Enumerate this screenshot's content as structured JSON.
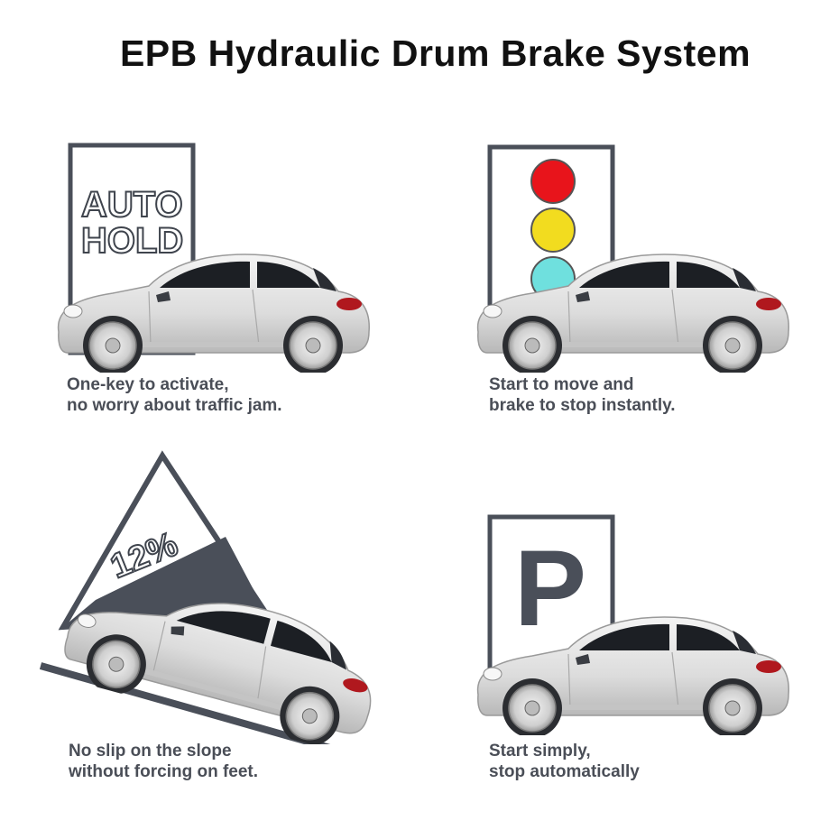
{
  "header": {
    "title": "EPB Hydraulic Drum Brake System"
  },
  "panels": {
    "auto_hold": {
      "sign_line1": "AUTO",
      "sign_line2": "HOLD",
      "caption_line1": "One-key to activate,",
      "caption_line2": "no worry about traffic jam."
    },
    "traffic_light": {
      "caption_line1": "Start to move and",
      "caption_line2": "brake to stop instantly."
    },
    "slope": {
      "sign_text": "12%",
      "caption_line1": "No slip on the slope",
      "caption_line2": "without forcing on feet."
    },
    "parking": {
      "sign_text": "P",
      "caption_line1": "Start simply,",
      "caption_line2": "stop automatically"
    }
  },
  "colors": {
    "sign_frame": "#4a4f59",
    "car_body": "#e6e6e6",
    "light_red": "#e8141b",
    "light_yellow": "#f2dc1f",
    "light_cyan": "#6fe0de"
  }
}
